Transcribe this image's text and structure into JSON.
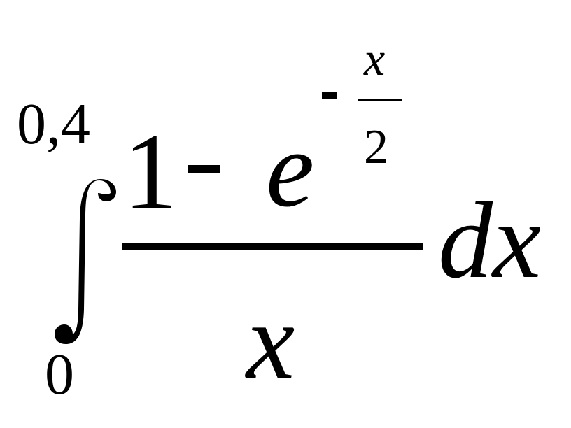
{
  "formula": {
    "upper_limit": "0,4",
    "lower_limit": "0",
    "integral_symbol": "integral-sign-icon",
    "numerator": {
      "one": "1",
      "minus": "-",
      "base": "e",
      "exponent": {
        "sign": "-",
        "numerator": "x",
        "denominator": "2"
      }
    },
    "denominator": "x",
    "differential": "dx"
  }
}
